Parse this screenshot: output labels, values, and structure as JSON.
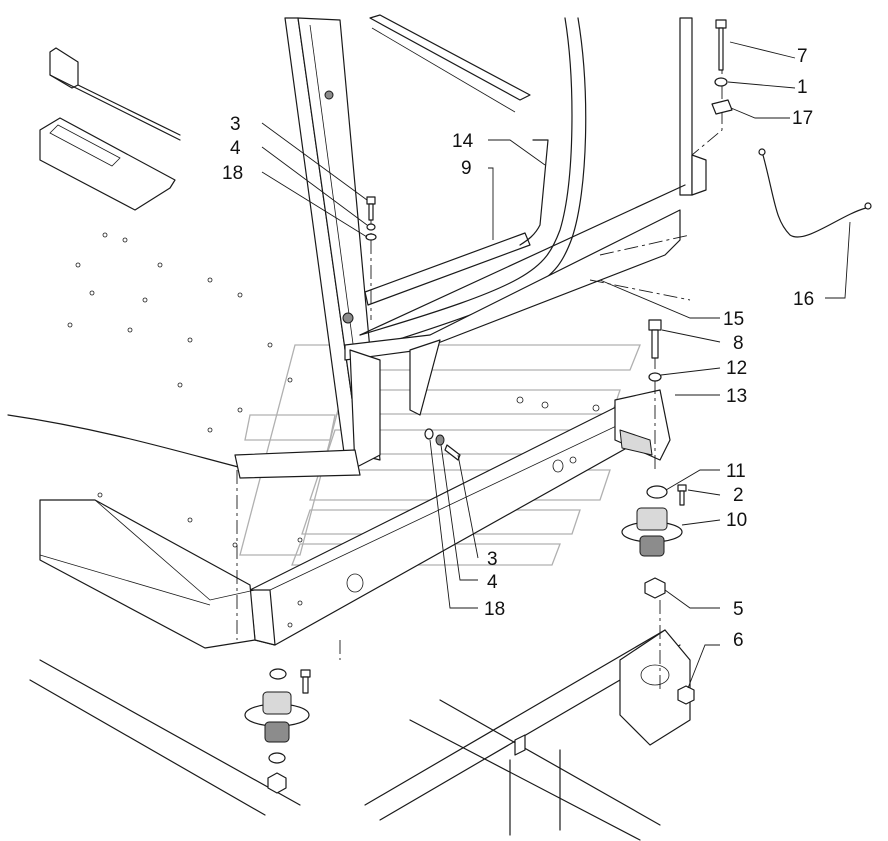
{
  "diagram": {
    "callouts": [
      {
        "id": "c7",
        "text": "7"
      },
      {
        "id": "c1",
        "text": "1"
      },
      {
        "id": "c17",
        "text": "17"
      },
      {
        "id": "c3a",
        "text": "3"
      },
      {
        "id": "c4a",
        "text": "4"
      },
      {
        "id": "c18a",
        "text": "18"
      },
      {
        "id": "c14",
        "text": "14"
      },
      {
        "id": "c9",
        "text": "9"
      },
      {
        "id": "c16",
        "text": "16"
      },
      {
        "id": "c15",
        "text": "15"
      },
      {
        "id": "c8",
        "text": "8"
      },
      {
        "id": "c12",
        "text": "12"
      },
      {
        "id": "c13",
        "text": "13"
      },
      {
        "id": "c11",
        "text": "11"
      },
      {
        "id": "c2",
        "text": "2"
      },
      {
        "id": "c10",
        "text": "10"
      },
      {
        "id": "c3b",
        "text": "3"
      },
      {
        "id": "c4b",
        "text": "4"
      },
      {
        "id": "c18b",
        "text": "18"
      },
      {
        "id": "c5",
        "text": "5"
      },
      {
        "id": "c6",
        "text": "6"
      }
    ]
  }
}
